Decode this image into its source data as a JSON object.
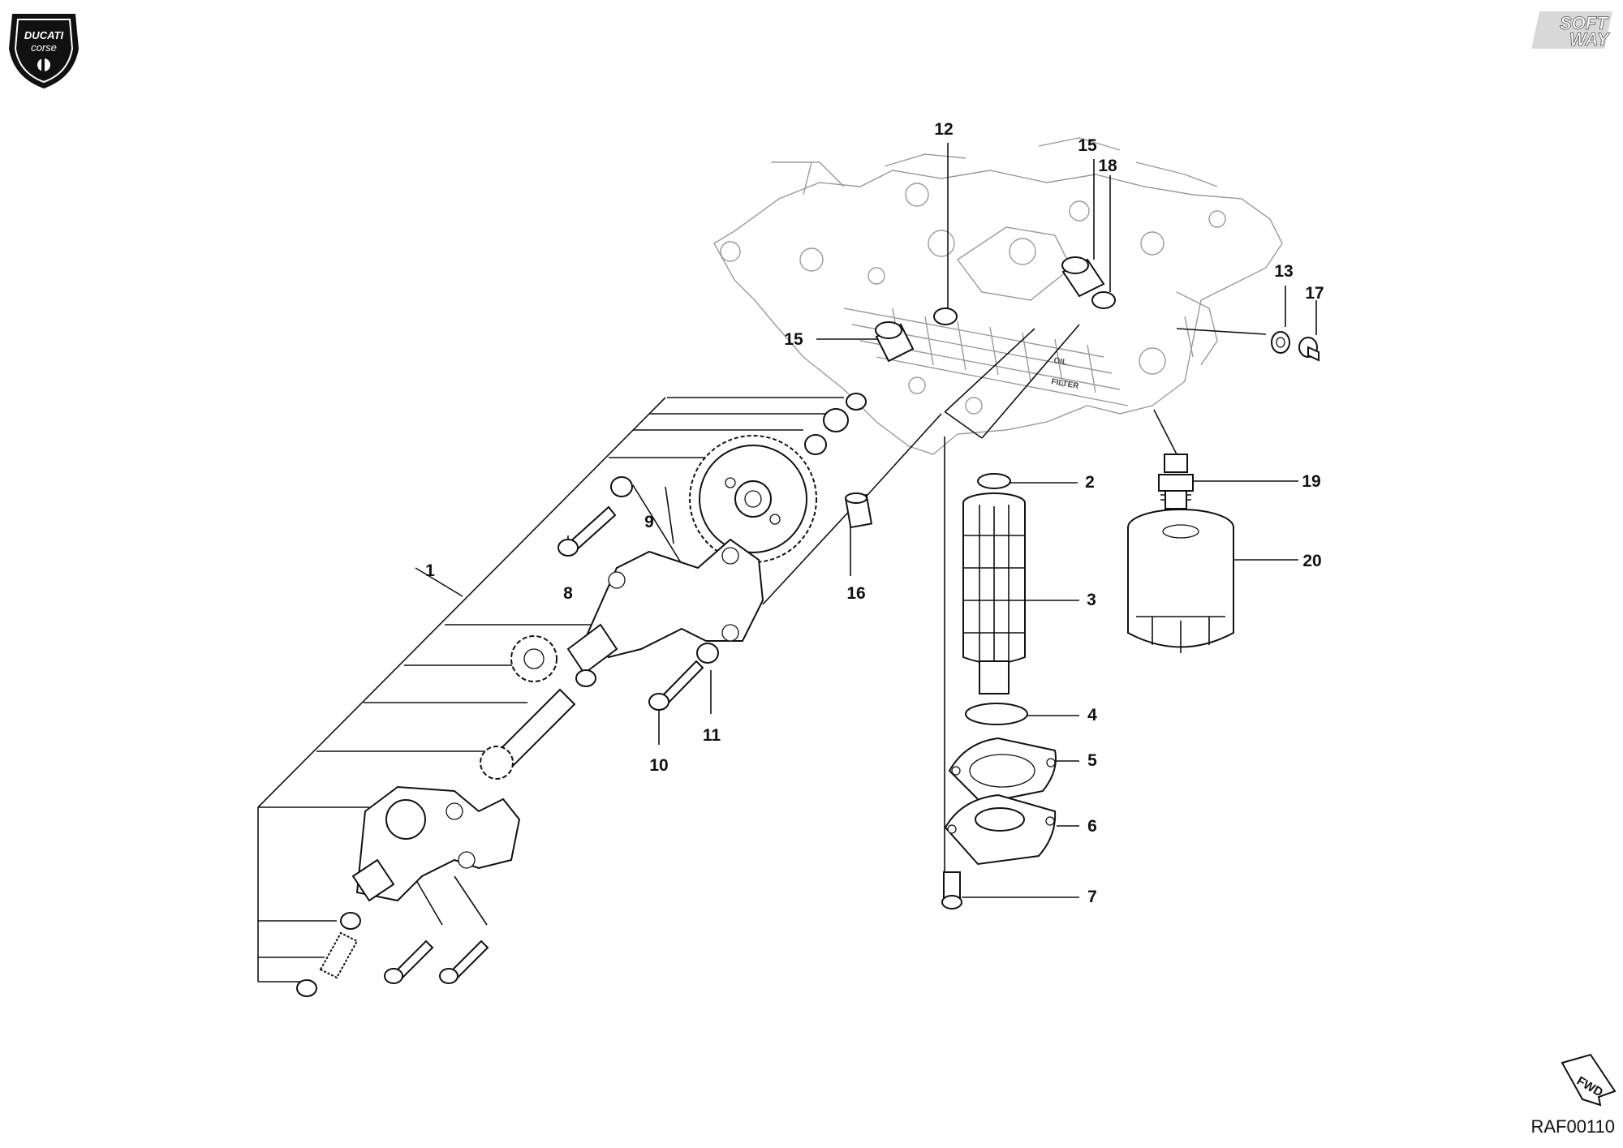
{
  "logo": {
    "brand_top": "DUCATI",
    "brand_bottom": "corse"
  },
  "softway": {
    "line1": "SOFT",
    "line2": "WAY"
  },
  "fwd_label": "FWD",
  "drawing_code": "RAF00110",
  "overlay_text": {
    "oil": "OIL",
    "filter": "FILTER"
  },
  "part_labels": {
    "p1": "1",
    "p2": "2",
    "p3": "3",
    "p4": "4",
    "p5": "5",
    "p6": "6",
    "p7": "7",
    "p8": "8",
    "p9": "9",
    "p10": "10",
    "p11": "11",
    "p12": "12",
    "p13": "13",
    "p15a": "15",
    "p15b": "15",
    "p16": "16",
    "p17": "17",
    "p18": "18",
    "p19": "19",
    "p20": "20"
  }
}
